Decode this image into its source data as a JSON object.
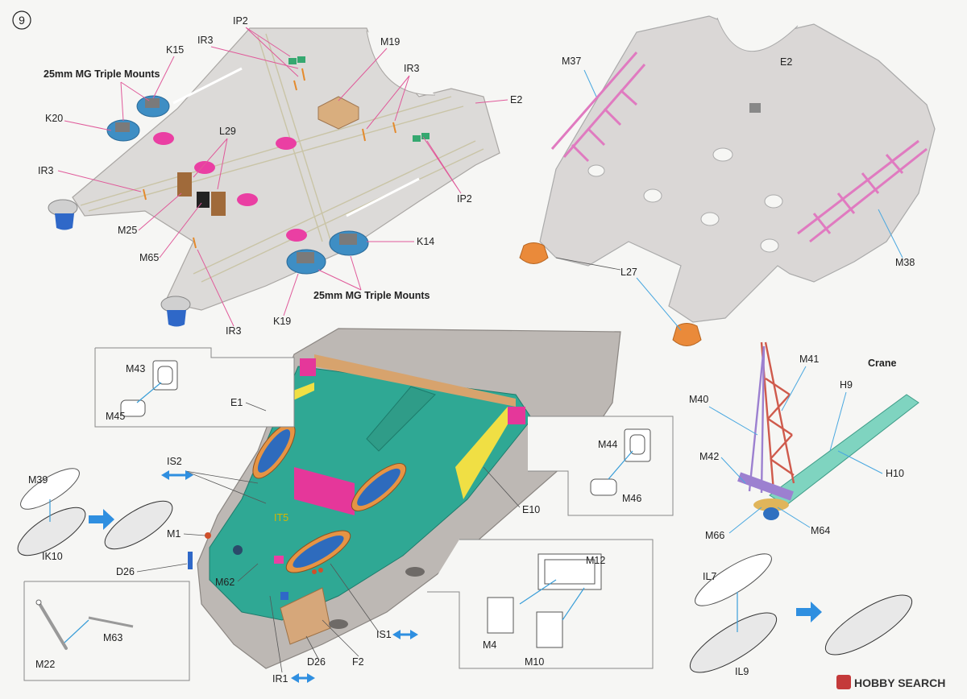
{
  "step_number": "9",
  "watermark": "HOBBY SEARCH",
  "headings": {
    "mg_mounts_top": "25mm MG Triple Mounts",
    "mg_mounts_bottom": "25mm MG Triple Mounts",
    "crane": "Crane"
  },
  "labels": {
    "K15": "K15",
    "K20": "K20",
    "IP2_top": "IP2",
    "IR3_top": "IR3",
    "M19": "M19",
    "IR3_mid": "IR3",
    "E2_left": "E2",
    "L29": "L29",
    "IR3_left": "IR3",
    "IP2_right": "IP2",
    "M25": "M25",
    "M65": "M65",
    "K14": "K14",
    "K19": "K19",
    "IR3_bottom": "IR3",
    "M37": "M37",
    "E2_right": "E2",
    "L27": "L27",
    "M38": "M38",
    "M43": "M43",
    "M45": "M45",
    "E1": "E1",
    "IS2": "IS2",
    "M39": "M39",
    "IK10": "IK10",
    "IT5": "IT5",
    "M1": "M1",
    "D26_left": "D26",
    "M62": "M62",
    "M63": "M63",
    "M22": "M22",
    "IR1": "IR1",
    "D26_bottom": "D26",
    "F2": "F2",
    "IS1": "IS1",
    "M44": "M44",
    "M46": "M46",
    "E10": "E10",
    "M12": "M12",
    "M4": "M4",
    "M10": "M10",
    "M41": "M41",
    "M40": "M40",
    "H9": "H9",
    "M42": "M42",
    "H10": "H10",
    "M66": "M66",
    "M64": "M64",
    "IL7": "IL7",
    "IL9": "IL9"
  }
}
